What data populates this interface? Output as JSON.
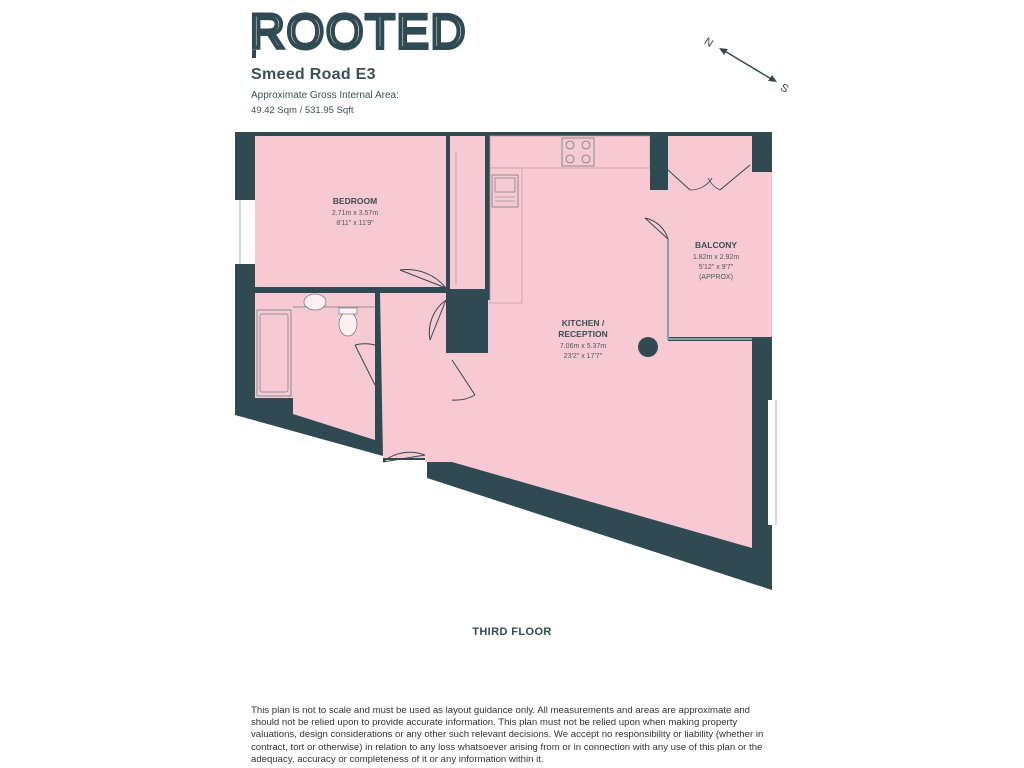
{
  "brand": {
    "logo_text": "ROOTED"
  },
  "header": {
    "title": "Smeed Road E3",
    "area_label": "Approximate Gross Internal Area:",
    "area_value": "49.42 Sqm / 531.95 Sqft"
  },
  "compass": {
    "north": "N",
    "south": "S"
  },
  "rooms": {
    "bedroom": {
      "name": "BEDROOM",
      "metric": "2.71m x 3.57m",
      "imperial": "8'11\" x 11'9\""
    },
    "balcony": {
      "name": "BALCONY",
      "metric": "1.82m x 2.92m",
      "imperial": "5'12\" x 9'7\"",
      "note": "(APPROX)"
    },
    "kitchen": {
      "name_line1": "KITCHEN /",
      "name_line2": "RECEPTION",
      "metric": "7.06m x 5.37m",
      "imperial": "23'2\" x 17'7\""
    }
  },
  "floor_label": "THIRD FLOOR",
  "disclaimer": "This plan is not to scale and must be used as layout guidance only. All measurements and areas are approximate and should not be relied upon to provide accurate information. This plan must not be relied upon when making property valuations, design considerations or any other such relevant decisions. We accept no responsibility or liability (whether in contract, tort or otherwise) in relation to any loss whatsoever arising from or in connection with any use of this plan or the adequacy, accuracy or completeness of it or any information within it.",
  "colors": {
    "wall": "#2f4a52",
    "floor": "#f7c9d2",
    "text": "#3a5058"
  }
}
